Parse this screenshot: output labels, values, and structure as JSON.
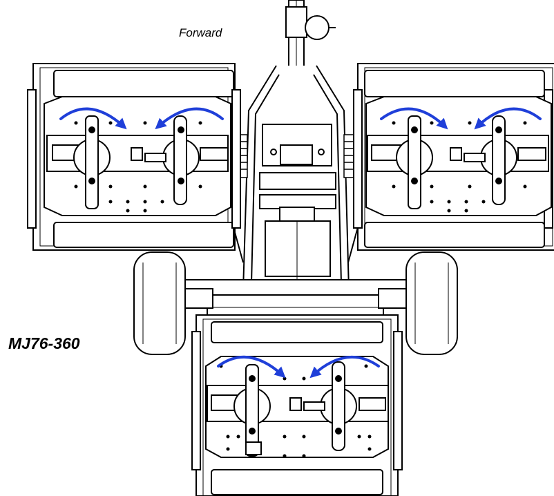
{
  "labels": {
    "direction": "Forward",
    "model": "MJ76-360"
  },
  "colors": {
    "line": "#000000",
    "background": "#ffffff",
    "arrow": "#1f3fd9"
  },
  "decks": [
    {
      "name": "left-deck",
      "rotation_arrows": [
        "clockwise",
        "counterclockwise"
      ]
    },
    {
      "name": "right-deck",
      "rotation_arrows": [
        "clockwise",
        "counterclockwise"
      ]
    },
    {
      "name": "rear-deck",
      "rotation_arrows": [
        "clockwise",
        "counterclockwise"
      ]
    }
  ]
}
